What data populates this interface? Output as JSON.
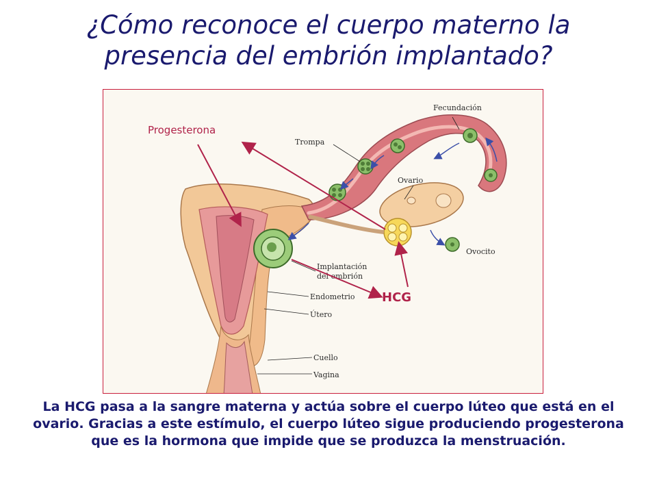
{
  "title_line1": "¿Cómo reconoce el cuerpo materno la",
  "title_line2": "presencia del embrión implantado?",
  "diagram": {
    "labels": {
      "fecundacion": "Fecundación",
      "trompa": "Trompa",
      "ovario": "Ovario",
      "ovocito": "Ovocito",
      "implantacion_1": "Implantación",
      "implantacion_2": "del embrión",
      "endometrio": "Endometrio",
      "utero": "Útero",
      "cuello": "Cuello",
      "vagina": "Vagina"
    },
    "callouts": {
      "progesterona": "Progesterona",
      "hcg": "HCG"
    },
    "colors": {
      "arrow": "#b0234a",
      "text": "#1a1a6e",
      "frame": "#c81e3c"
    }
  },
  "caption": "La HCG pasa a la sangre materna y actúa sobre el cuerpo lúteo que está en el ovario. Gracias a este estímulo, el cuerpo lúteo sigue produciendo progesterona que es la hormona que impide que se produzca la menstruación."
}
